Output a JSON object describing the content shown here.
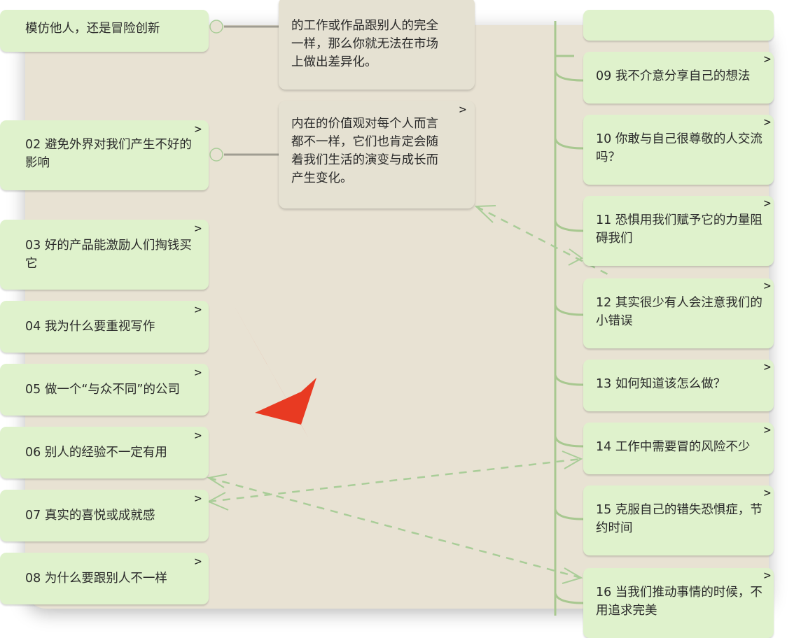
{
  "colors": {
    "canvas_bg": "#e8e2d3",
    "card_bg": "#dff2cc",
    "note_bg": "#e5e1d2",
    "branch": "#a8c890",
    "dashed": "#a9cd98",
    "arrow_red": "#e83a22"
  },
  "left_cards": [
    {
      "id": "01",
      "text": "模仿他人，还是冒险创新"
    },
    {
      "id": "02",
      "text": "02 避免外界对我们产生不好的影响"
    },
    {
      "id": "03",
      "text": "03 好的产品能激励人们掏钱买它"
    },
    {
      "id": "04",
      "text": "04 我为什么要重视写作"
    },
    {
      "id": "05",
      "text": "05 做一个“与众不同”的公司"
    },
    {
      "id": "06",
      "text": "06 别人的经验不一定有用"
    },
    {
      "id": "07",
      "text": "07 真实的喜悦或成就感"
    },
    {
      "id": "08",
      "text": "08 为什么要跟别人不一样"
    }
  ],
  "notes": [
    {
      "lines": [
        "的工作或作品跟别人的完全",
        "一样，那么你就无法在市场",
        "上做出差异化。"
      ]
    },
    {
      "lines": [
        "内在的价值观对每个人而言",
        "都不一样，它们也肯定会随",
        "着我们生活的演变与成长而",
        "产生变化。"
      ]
    }
  ],
  "right_cards": [
    {
      "id": "09",
      "text": "09 我不介意分享自己的想法"
    },
    {
      "id": "10",
      "text": "10 你敢与自己很尊敬的人交流吗？"
    },
    {
      "id": "11",
      "text": "11 恐惧用我们赋予它的力量阻碍我们"
    },
    {
      "id": "12",
      "text": "12 其实很少有人会注意我们的小错误"
    },
    {
      "id": "13",
      "text": "13 如何知道该怎么做？"
    },
    {
      "id": "14",
      "text": "14 工作中需要冒的风险不少"
    },
    {
      "id": "15",
      "text": "15 克服自己的错失恐惧症，节约时间"
    },
    {
      "id": "16",
      "text": "16 当我们推动事情的时候，不用追求完美"
    }
  ],
  "chevron": ">"
}
